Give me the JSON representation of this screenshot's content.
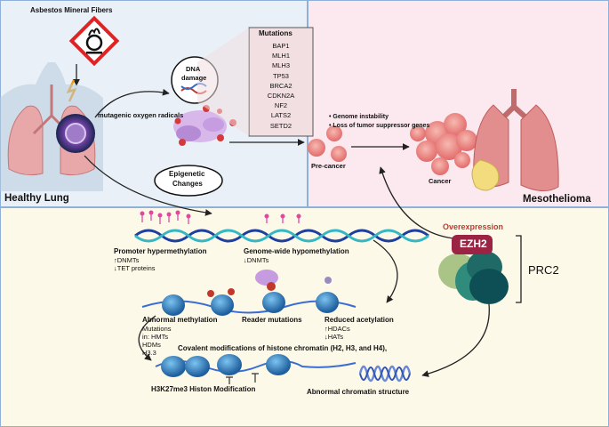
{
  "asbestos_label": "Asbestos Mineral Fibers",
  "healthy_lung_label": "Healthy Lung",
  "oxygen_radicals_label": "mutagenic oxygen radicals",
  "dna_damage_label": [
    "DNA",
    "damage"
  ],
  "mutations_title": "Mutations",
  "mutation_genes": [
    "BAP1",
    "MLH1",
    "MLH3",
    "TP53",
    "BRCA2",
    "CDKN2A",
    "NF2",
    "LATS2",
    "SETD2"
  ],
  "epigenetic_label": [
    "Epigenetic",
    "Changes"
  ],
  "genome_bullets": [
    "• Genome instability",
    "• Loss of tumor suppressor genes"
  ],
  "pre_cancer_label": "Pre-cancer",
  "cancer_label": "Cancer",
  "mesothelioma_label": "Mesothelioma",
  "overexpression_label": "Overexpression",
  "ezh2_label": "EZH2",
  "prc2_label": "PRC2",
  "promoter": {
    "title": "Promoter hypermethylation",
    "lines": [
      "↑DNMTs",
      "↓TET proteins"
    ]
  },
  "genome_wide": {
    "title": "Genome-wide hypomethylation",
    "lines": [
      "↓DNMTs"
    ]
  },
  "abnormal_methylation": {
    "title": "Abnormal methylation",
    "lines": [
      "Mutations",
      "in: HMTs",
      "HDMs",
      "H3.3"
    ]
  },
  "reader_mutations": "Reader mutations",
  "reduced_acetylation": {
    "title": "Reduced acetylation",
    "lines": [
      "↑HDACs",
      "↓HATs"
    ]
  },
  "covalent_label": "Covalent modifications of histone chromatin (H2, H3, and H4),",
  "h3k27_label": "H3K27me3 Histon Modification",
  "abnormal_chromatin_label": "Abnormal chromatin structure",
  "colors": {
    "arrow": "#222222",
    "nucleosome": "#3a8fd0",
    "ezh2": "#9b2343",
    "overexpression": "#c0392b"
  }
}
